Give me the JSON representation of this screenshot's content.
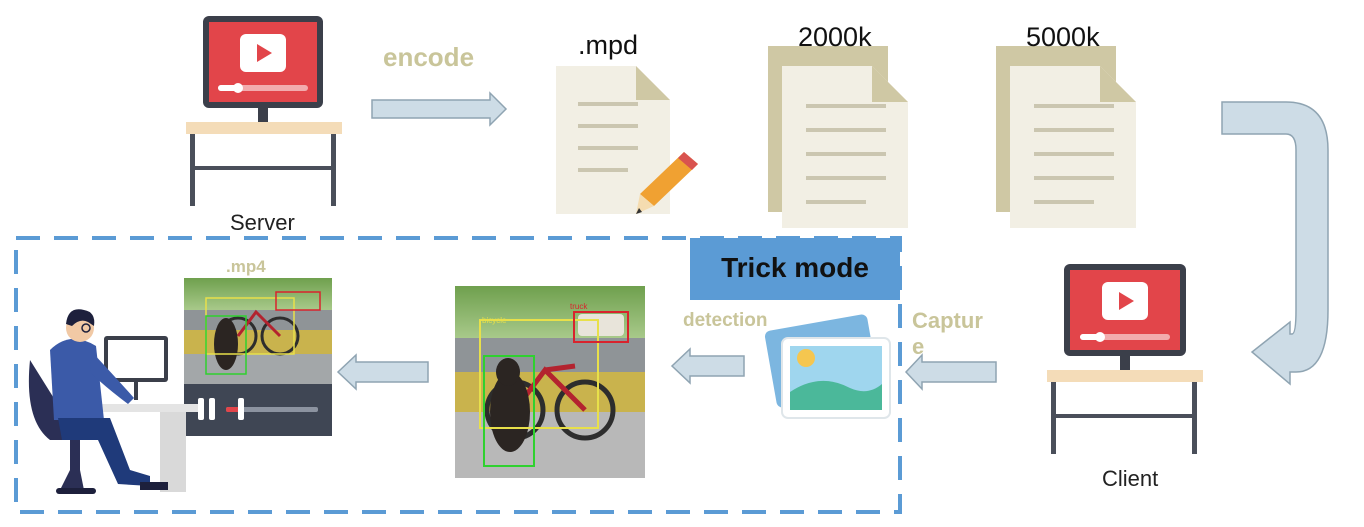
{
  "labels": {
    "encode": "encode",
    "mpd": ".mpd",
    "q2000": "2000k",
    "q5000": "5000k",
    "server": "Server",
    "client": "Client",
    "trick_mode": "Trick mode",
    "mp4": ".mp4",
    "detection": "detection",
    "capture_line1": "Captur",
    "capture_line2": "e"
  },
  "detection_tags": {
    "truck": "truck",
    "bicycle": "bicycle"
  },
  "colors": {
    "arrow_fill": "#cddce6",
    "arrow_stroke": "#8fa4b2",
    "monitor_red": "#e2454a",
    "desk_top": "#f4dcb8",
    "trick_box": "#5b9bd5",
    "dashed_border": "#5b9bd5",
    "label_olive": "#c9c59a",
    "doc_paper": "#f2efe4",
    "doc_fold": "#cfc8a4"
  },
  "icons": [
    "server-monitor-icon",
    "client-monitor-icon",
    "document-icon",
    "pencil-icon",
    "image-capture-icon",
    "person-at-desk-icon",
    "video-player-icon"
  ]
}
